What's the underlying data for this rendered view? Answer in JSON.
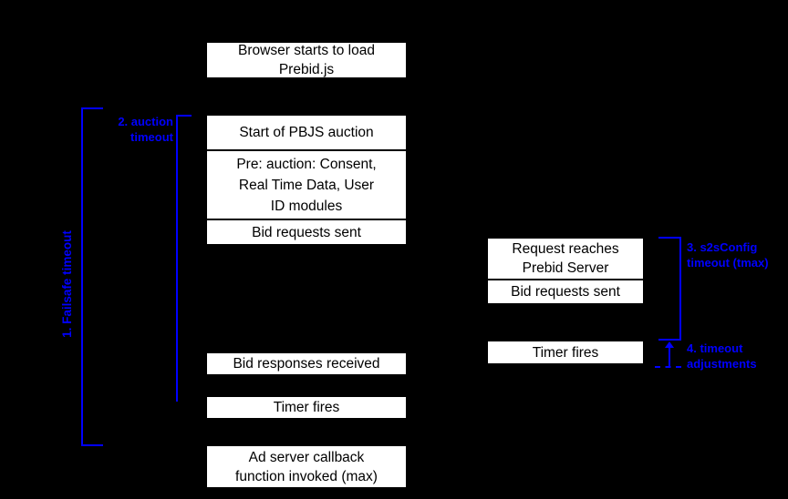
{
  "colors": {
    "background": "#000000",
    "box_fill": "#ffffff",
    "box_border": "#000000",
    "box_text": "#000000",
    "annotation_blue": "#0000ff"
  },
  "boxes": {
    "browser_load": "Browser starts to load\nPrebid.js",
    "start_auction": "Start of PBJS auction",
    "pre_auction_modules": "Pre: auction: Consent,\nReal Time Data, User\nID modules",
    "bid_requests_sent": "Bid requests sent",
    "bid_responses_received": "Bid responses received",
    "timer_fires_client": "Timer fires",
    "ad_server_callback": "Ad server callback\nfunction invoked (max)",
    "request_reaches_server": "Request reaches\nPrebid Server",
    "bid_requests_sent_s2s": "Bid requests sent",
    "timer_fires_server": "Timer fires"
  },
  "annotations": {
    "failsafe_timeout": "1. Failsafe timeout",
    "auction_timeout": "2. auction\ntimeout",
    "s2s_timeout": "3. s2sConfig\ntimeout (tmax)",
    "timeout_adjustments": "4. timeout\nadjustments"
  }
}
